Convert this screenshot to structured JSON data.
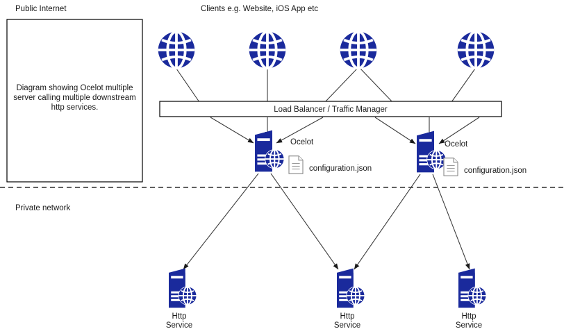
{
  "diagram": {
    "title_note": "Diagram showing Ocelot multiple server calling multiple downstream http services.",
    "zones": {
      "public_label": "Public Internet",
      "private_label": "Private network"
    },
    "clients": {
      "caption": "Clients e.g. Website, iOS App etc",
      "icon": "globe-icon",
      "count": 4,
      "nodes": [
        {
          "id": "client-1",
          "icon": "globe-icon"
        },
        {
          "id": "client-2",
          "icon": "globe-icon"
        },
        {
          "id": "client-3",
          "icon": "globe-icon"
        },
        {
          "id": "client-4",
          "icon": "globe-icon"
        }
      ]
    },
    "load_balancer": {
      "label": "Load Balancer / Traffic Manager"
    },
    "gateways": [
      {
        "id": "ocelot-1",
        "label": "Ocelot",
        "icon": "server-globe-icon",
        "config": {
          "label": "configuration.json",
          "icon": "document-icon"
        }
      },
      {
        "id": "ocelot-2",
        "label": "Ocelot",
        "icon": "server-globe-icon",
        "config": {
          "label": "configuration.json",
          "icon": "document-icon"
        }
      }
    ],
    "services": [
      {
        "id": "http-service-1",
        "line1": "Http",
        "line2": "Service",
        "icon": "server-globe-icon"
      },
      {
        "id": "http-service-2",
        "line1": "Http",
        "line2": "Service",
        "icon": "server-globe-icon"
      },
      {
        "id": "http-service-3",
        "line1": "Http",
        "line2": "Service",
        "icon": "server-globe-icon"
      }
    ],
    "colors": {
      "node_navy": "#1a2a9c",
      "edge_gray": "#3d3d3d",
      "doc_gray": "#9a9a9a",
      "text": "#1a1a1a"
    }
  }
}
